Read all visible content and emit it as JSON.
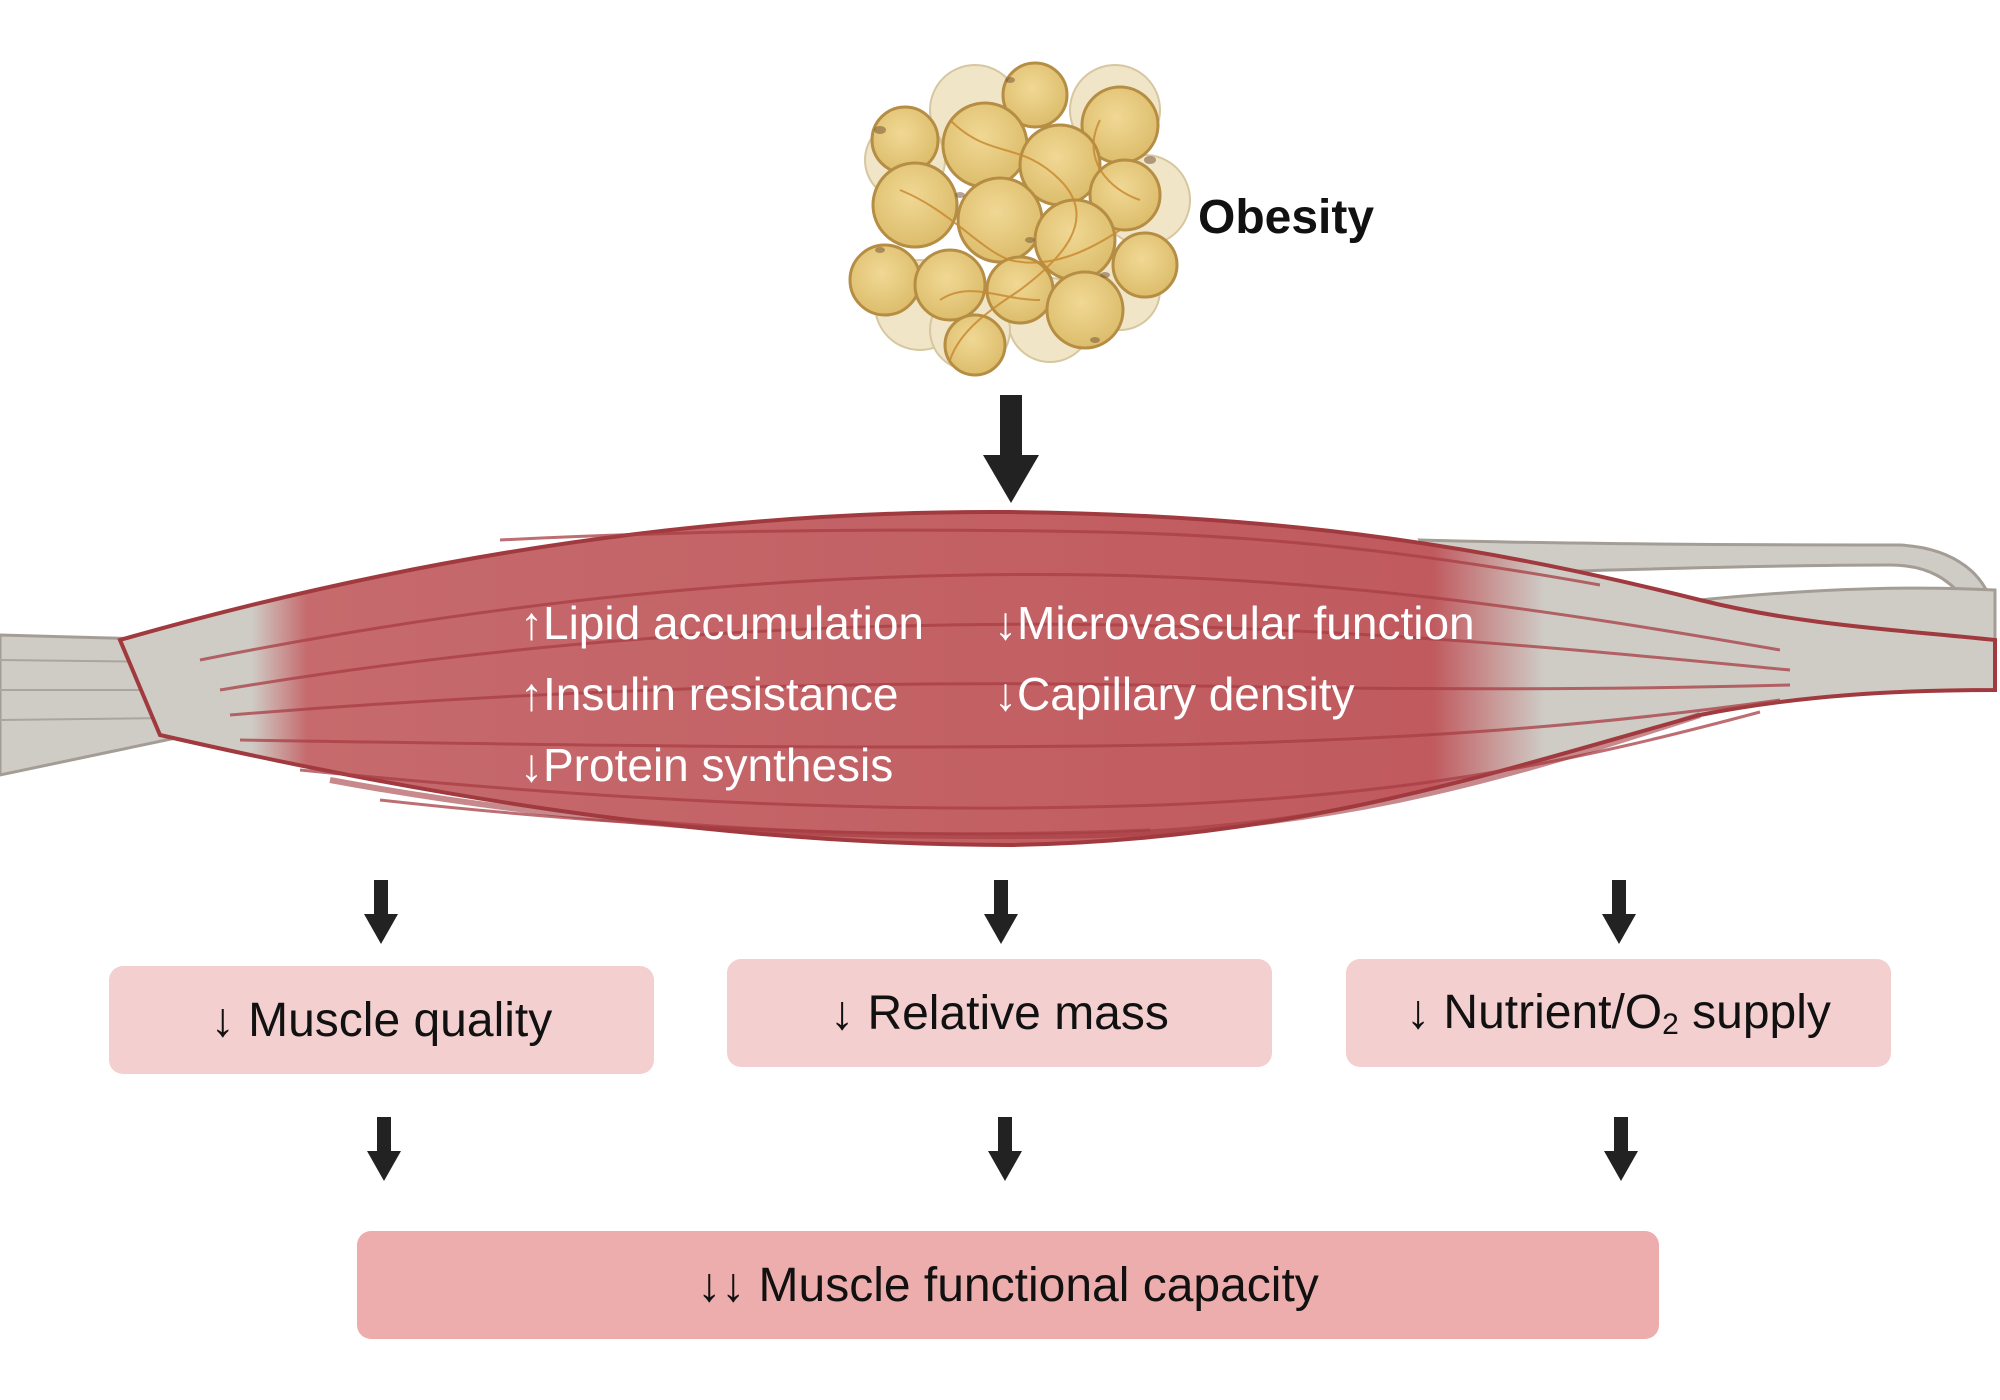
{
  "obesity": {
    "label": "Obesity"
  },
  "muscle_effects": {
    "lipid": "↑Lipid accumulation",
    "insulin": "↑Insulin resistance",
    "protein": "↓Protein synthesis",
    "microvascular": "↓Microvascular function",
    "capillary": "↓Capillary density"
  },
  "outcomes": {
    "quality": "↓ Muscle quality",
    "mass": "↓ Relative mass",
    "supply_prefix": "↓ Nutrient/O",
    "supply_sub": "2",
    "supply_suffix": " supply"
  },
  "final": {
    "label": "↓↓ Muscle functional capacity"
  },
  "colors": {
    "muscle": "#c05a5e",
    "muscle_edge": "#a13a3f",
    "muscle_stripe": "#a83e44",
    "tendon": "#cfccc6",
    "fat_cell": "#e4c679",
    "fat_cell_edge": "#b58d43",
    "arrow": "#222222",
    "outcome_box": "#f3cfcf",
    "final_box": "#edadad"
  }
}
